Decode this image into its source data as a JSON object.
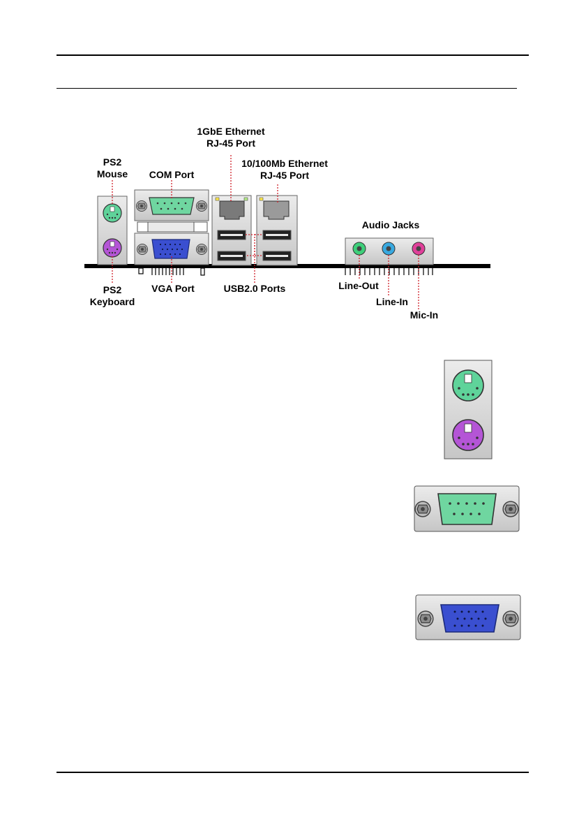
{
  "diagram": {
    "labels": {
      "ps2_mouse_line1": "PS2",
      "ps2_mouse_line2": "Mouse",
      "com_port": "COM Port",
      "gbe_line1": "1GbE Ethernet",
      "gbe_line2": "RJ-45 Port",
      "lan100_line1": "10/100Mb Ethernet",
      "lan100_line2": "RJ-45 Port",
      "audio_jacks": "Audio Jacks",
      "ps2_keyboard_line1": "PS2",
      "ps2_keyboard_line2": "Keyboard",
      "vga_port": "VGA Port",
      "usb_ports": "USB2.0 Ports",
      "line_out": "Line-Out",
      "line_in": "Line-In",
      "mic_in": "Mic-In"
    }
  },
  "colors": {
    "ps2_mouse": "#5fd39a",
    "ps2_keyboard": "#b455d6",
    "com": "#6fd6a0",
    "vga": "#3a4fd0",
    "line_out": "#3ecf7a",
    "line_in": "#39a9e0",
    "mic_in": "#e0409a",
    "leader": "#d0202a",
    "panel": "#d8d8d8"
  }
}
